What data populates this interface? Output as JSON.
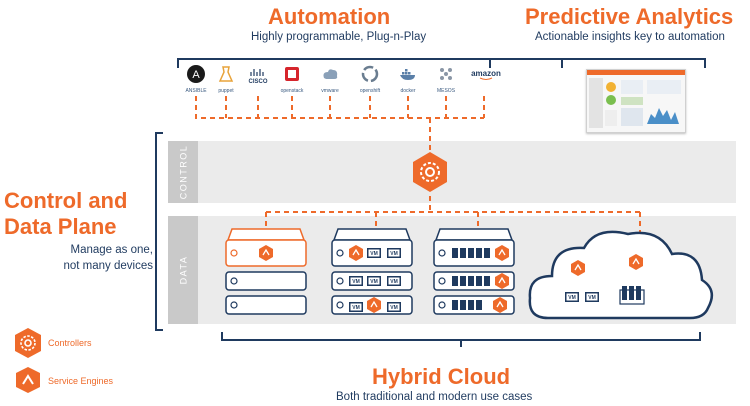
{
  "automation": {
    "title": "Automation",
    "subtitle": "Highly programmable, Plug-n-Play",
    "integrations": [
      {
        "label": "ANSIBLE",
        "icon": "ansible-icon"
      },
      {
        "label": "puppet",
        "icon": "puppet-icon"
      },
      {
        "label": "cisco",
        "icon": "cisco-icon"
      },
      {
        "label": "openstack",
        "icon": "openstack-icon"
      },
      {
        "label": "vmware",
        "icon": "vmware-icon"
      },
      {
        "label": "openshift",
        "icon": "openshift-icon"
      },
      {
        "label": "docker",
        "icon": "docker-icon"
      },
      {
        "label": "MESOS",
        "icon": "mesos-icon"
      },
      {
        "label": "amazon",
        "icon": "amazon-icon"
      }
    ]
  },
  "predictive": {
    "title": "Predictive Analytics",
    "subtitle": "Actionable insights key to automation"
  },
  "control_plane": {
    "title_line1": "Control and",
    "title_line2": "Data Plane",
    "subtitle_line1": "Manage as one,",
    "subtitle_line2": "not many devices",
    "control_label": "CONTROL",
    "data_label": "DATA"
  },
  "hybrid": {
    "title": "Hybrid Cloud",
    "subtitle": "Both traditional and modern use cases"
  },
  "legend": {
    "controllers": "Controllers",
    "service_engines": "Service Engines"
  },
  "vm_label": "VM",
  "colors": {
    "orange": "#ee6a2a",
    "navy": "#1f3a5f",
    "band": "#ebebeb",
    "band_label": "#c9c9c9"
  }
}
